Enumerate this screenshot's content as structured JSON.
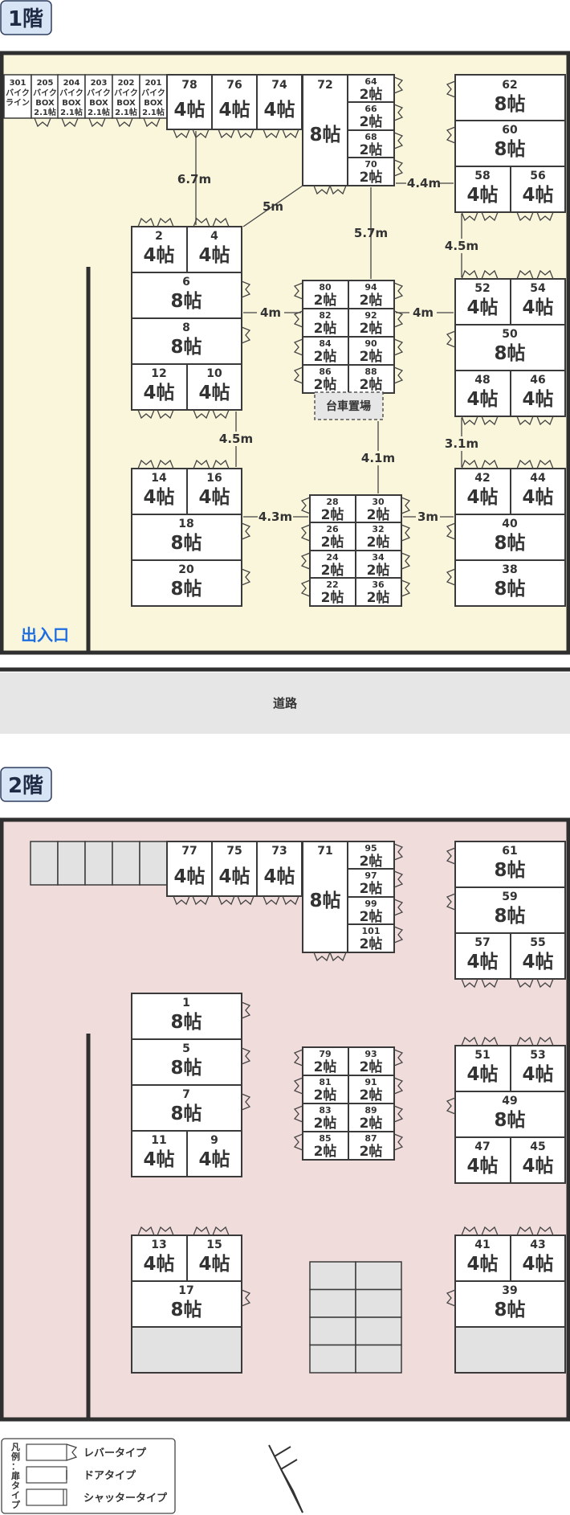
{
  "floor1": {
    "heading": "1階",
    "entrance": "出入口",
    "cart_area": "台車置場",
    "road": "道路",
    "colors": {
      "floor_bg": "#faf6dc",
      "entrance_text": "#1e6ee0",
      "road_bg": "#e6e6e6"
    },
    "bike_units": [
      {
        "num": "301",
        "lines": [
          "バイク",
          "ライン"
        ],
        "size": ""
      },
      {
        "num": "205",
        "lines": [
          "バイク",
          "BOX"
        ],
        "size": "2.1帖"
      },
      {
        "num": "204",
        "lines": [
          "バイク",
          "BOX"
        ],
        "size": "2.1帖"
      },
      {
        "num": "203",
        "lines": [
          "バイク",
          "BOX"
        ],
        "size": "2.1帖"
      },
      {
        "num": "202",
        "lines": [
          "バイク",
          "BOX"
        ],
        "size": "2.1帖"
      },
      {
        "num": "201",
        "lines": [
          "バイク",
          "BOX"
        ],
        "size": "2.1帖"
      }
    ],
    "units": {
      "u78": {
        "num": "78",
        "size": "4帖"
      },
      "u76": {
        "num": "76",
        "size": "4帖"
      },
      "u74": {
        "num": "74",
        "size": "4帖"
      },
      "u72": {
        "num": "72",
        "size": "8帖"
      },
      "u64": {
        "num": "64",
        "size": "2帖"
      },
      "u66": {
        "num": "66",
        "size": "2帖"
      },
      "u68": {
        "num": "68",
        "size": "2帖"
      },
      "u70": {
        "num": "70",
        "size": "2帖"
      },
      "u62": {
        "num": "62",
        "size": "8帖"
      },
      "u60": {
        "num": "60",
        "size": "8帖"
      },
      "u58": {
        "num": "58",
        "size": "4帖"
      },
      "u56": {
        "num": "56",
        "size": "4帖"
      },
      "u2": {
        "num": "2",
        "size": "4帖"
      },
      "u4": {
        "num": "4",
        "size": "4帖"
      },
      "u6": {
        "num": "6",
        "size": "8帖"
      },
      "u8": {
        "num": "8",
        "size": "8帖"
      },
      "u12": {
        "num": "12",
        "size": "4帖"
      },
      "u10": {
        "num": "10",
        "size": "4帖"
      },
      "u80": {
        "num": "80",
        "size": "2帖"
      },
      "u94": {
        "num": "94",
        "size": "2帖"
      },
      "u82": {
        "num": "82",
        "size": "2帖"
      },
      "u92": {
        "num": "92",
        "size": "2帖"
      },
      "u84": {
        "num": "84",
        "size": "2帖"
      },
      "u90": {
        "num": "90",
        "size": "2帖"
      },
      "u86": {
        "num": "86",
        "size": "2帖"
      },
      "u88": {
        "num": "88",
        "size": "2帖"
      },
      "u52": {
        "num": "52",
        "size": "4帖"
      },
      "u54": {
        "num": "54",
        "size": "4帖"
      },
      "u50": {
        "num": "50",
        "size": "8帖"
      },
      "u48": {
        "num": "48",
        "size": "4帖"
      },
      "u46": {
        "num": "46",
        "size": "4帖"
      },
      "u14": {
        "num": "14",
        "size": "4帖"
      },
      "u16": {
        "num": "16",
        "size": "4帖"
      },
      "u18": {
        "num": "18",
        "size": "8帖"
      },
      "u20": {
        "num": "20",
        "size": "8帖"
      },
      "u28": {
        "num": "28",
        "size": "2帖"
      },
      "u30": {
        "num": "30",
        "size": "2帖"
      },
      "u26": {
        "num": "26",
        "size": "2帖"
      },
      "u32": {
        "num": "32",
        "size": "2帖"
      },
      "u24": {
        "num": "24",
        "size": "2帖"
      },
      "u34": {
        "num": "34",
        "size": "2帖"
      },
      "u22": {
        "num": "22",
        "size": "2帖"
      },
      "u36": {
        "num": "36",
        "size": "2帖"
      },
      "u42": {
        "num": "42",
        "size": "4帖"
      },
      "u44": {
        "num": "44",
        "size": "4帖"
      },
      "u40": {
        "num": "40",
        "size": "8帖"
      },
      "u38": {
        "num": "38",
        "size": "8帖"
      }
    },
    "dims": {
      "d1": "6.7m",
      "d2": "5m",
      "d3": "5.7m",
      "d4": "4.4m",
      "d5": "4.5m",
      "d6": "4m",
      "d7": "4m",
      "d8": "4.5m",
      "d9": "4.1m",
      "d10": "3.1m",
      "d11": "4.3m",
      "d12": "3m"
    }
  },
  "floor2": {
    "heading": "2階",
    "colors": {
      "floor_bg": "#f1dcdc"
    },
    "units": {
      "u77": {
        "num": "77",
        "size": "4帖"
      },
      "u75": {
        "num": "75",
        "size": "4帖"
      },
      "u73": {
        "num": "73",
        "size": "4帖"
      },
      "u71": {
        "num": "71",
        "size": "8帖"
      },
      "u95": {
        "num": "95",
        "size": "2帖"
      },
      "u97": {
        "num": "97",
        "size": "2帖"
      },
      "u99": {
        "num": "99",
        "size": "2帖"
      },
      "u101": {
        "num": "101",
        "size": "2帖"
      },
      "u61": {
        "num": "61",
        "size": "8帖"
      },
      "u59": {
        "num": "59",
        "size": "8帖"
      },
      "u57": {
        "num": "57",
        "size": "4帖"
      },
      "u55": {
        "num": "55",
        "size": "4帖"
      },
      "u1": {
        "num": "1",
        "size": "8帖"
      },
      "u5": {
        "num": "5",
        "size": "8帖"
      },
      "u7": {
        "num": "7",
        "size": "8帖"
      },
      "u11": {
        "num": "11",
        "size": "4帖"
      },
      "u9": {
        "num": "9",
        "size": "4帖"
      },
      "u79": {
        "num": "79",
        "size": "2帖"
      },
      "u93": {
        "num": "93",
        "size": "2帖"
      },
      "u81": {
        "num": "81",
        "size": "2帖"
      },
      "u91": {
        "num": "91",
        "size": "2帖"
      },
      "u83": {
        "num": "83",
        "size": "2帖"
      },
      "u89": {
        "num": "89",
        "size": "2帖"
      },
      "u85": {
        "num": "85",
        "size": "2帖"
      },
      "u87": {
        "num": "87",
        "size": "2帖"
      },
      "u51": {
        "num": "51",
        "size": "4帖"
      },
      "u53": {
        "num": "53",
        "size": "4帖"
      },
      "u49": {
        "num": "49",
        "size": "8帖"
      },
      "u47": {
        "num": "47",
        "size": "4帖"
      },
      "u45": {
        "num": "45",
        "size": "4帖"
      },
      "u13": {
        "num": "13",
        "size": "4帖"
      },
      "u15": {
        "num": "15",
        "size": "4帖"
      },
      "u17": {
        "num": "17",
        "size": "8帖"
      },
      "u41": {
        "num": "41",
        "size": "4帖"
      },
      "u43": {
        "num": "43",
        "size": "4帖"
      },
      "u39": {
        "num": "39",
        "size": "8帖"
      }
    }
  },
  "legend": {
    "title": "凡例：扉タイプ",
    "items": [
      "レバータイプ",
      "ドアタイプ",
      "シャッタータイプ"
    ]
  }
}
